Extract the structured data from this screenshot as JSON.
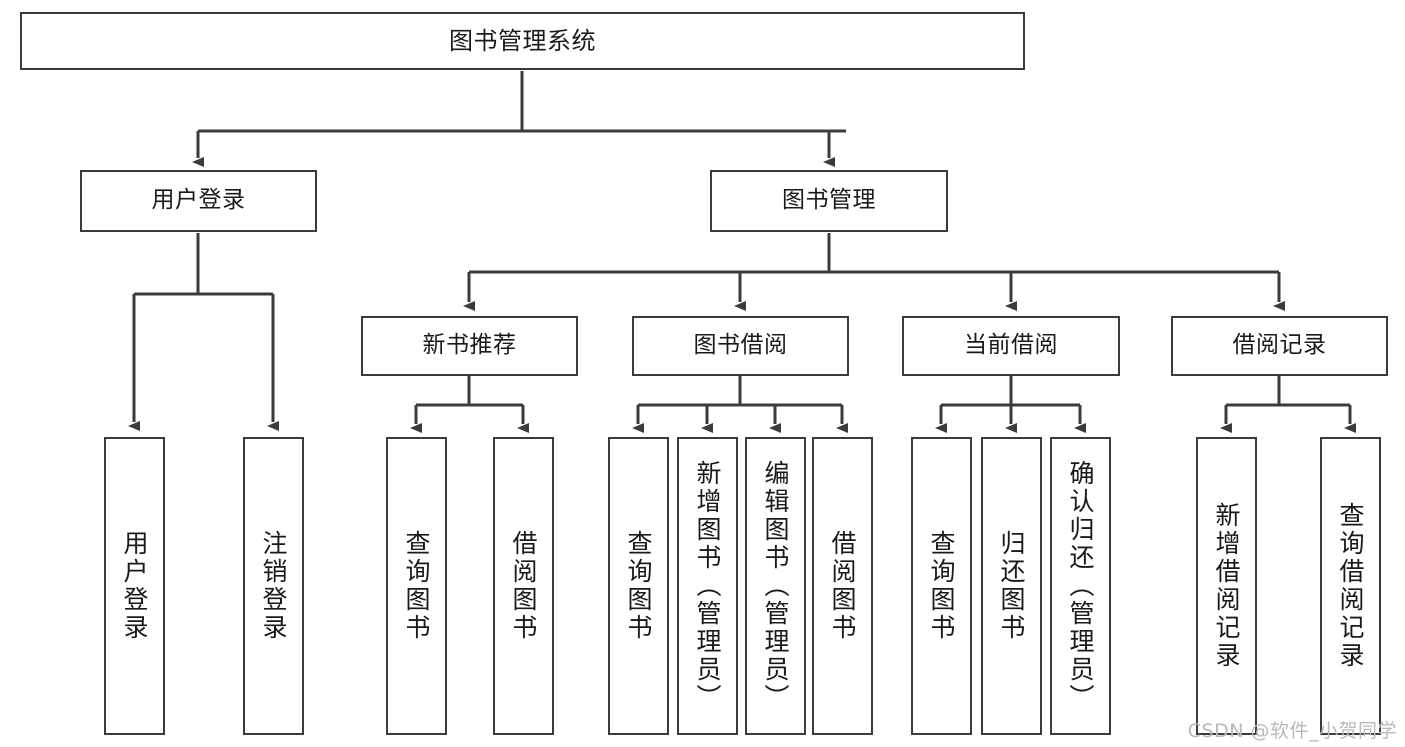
{
  "diagram": {
    "title": "图书管理系统",
    "type": "tree-hierarchy",
    "stroke_color": "#3b3b3b",
    "background_color": "#ffffff",
    "text_color": "#1a1a1a"
  },
  "nodes": {
    "root": {
      "label": "图书管理系统"
    },
    "level2": [
      {
        "label": "用户登录"
      },
      {
        "label": "图书管理"
      }
    ],
    "level3": [
      {
        "label": "新书推荐"
      },
      {
        "label": "图书借阅"
      },
      {
        "label": "当前借阅"
      },
      {
        "label": "借阅记录"
      }
    ],
    "leaves": {
      "user_login": [
        {
          "label": "用户登录"
        },
        {
          "label": "注销登录"
        }
      ],
      "new_book_recommend": [
        {
          "label": "查询图书"
        },
        {
          "label": "借阅图书"
        }
      ],
      "book_borrow": [
        {
          "label": "查询图书"
        },
        {
          "label": "新增图书（管理员）"
        },
        {
          "label": "编辑图书（管理员）"
        },
        {
          "label": "借阅图书"
        }
      ],
      "current_borrow": [
        {
          "label": "查询图书"
        },
        {
          "label": "归还图书"
        },
        {
          "label": "确认归还（管理员）"
        }
      ],
      "borrow_record": [
        {
          "label": "新增借阅记录"
        },
        {
          "label": "查询借阅记录"
        }
      ]
    }
  },
  "watermark": {
    "text": "CSDN @软件_小贺同学"
  }
}
